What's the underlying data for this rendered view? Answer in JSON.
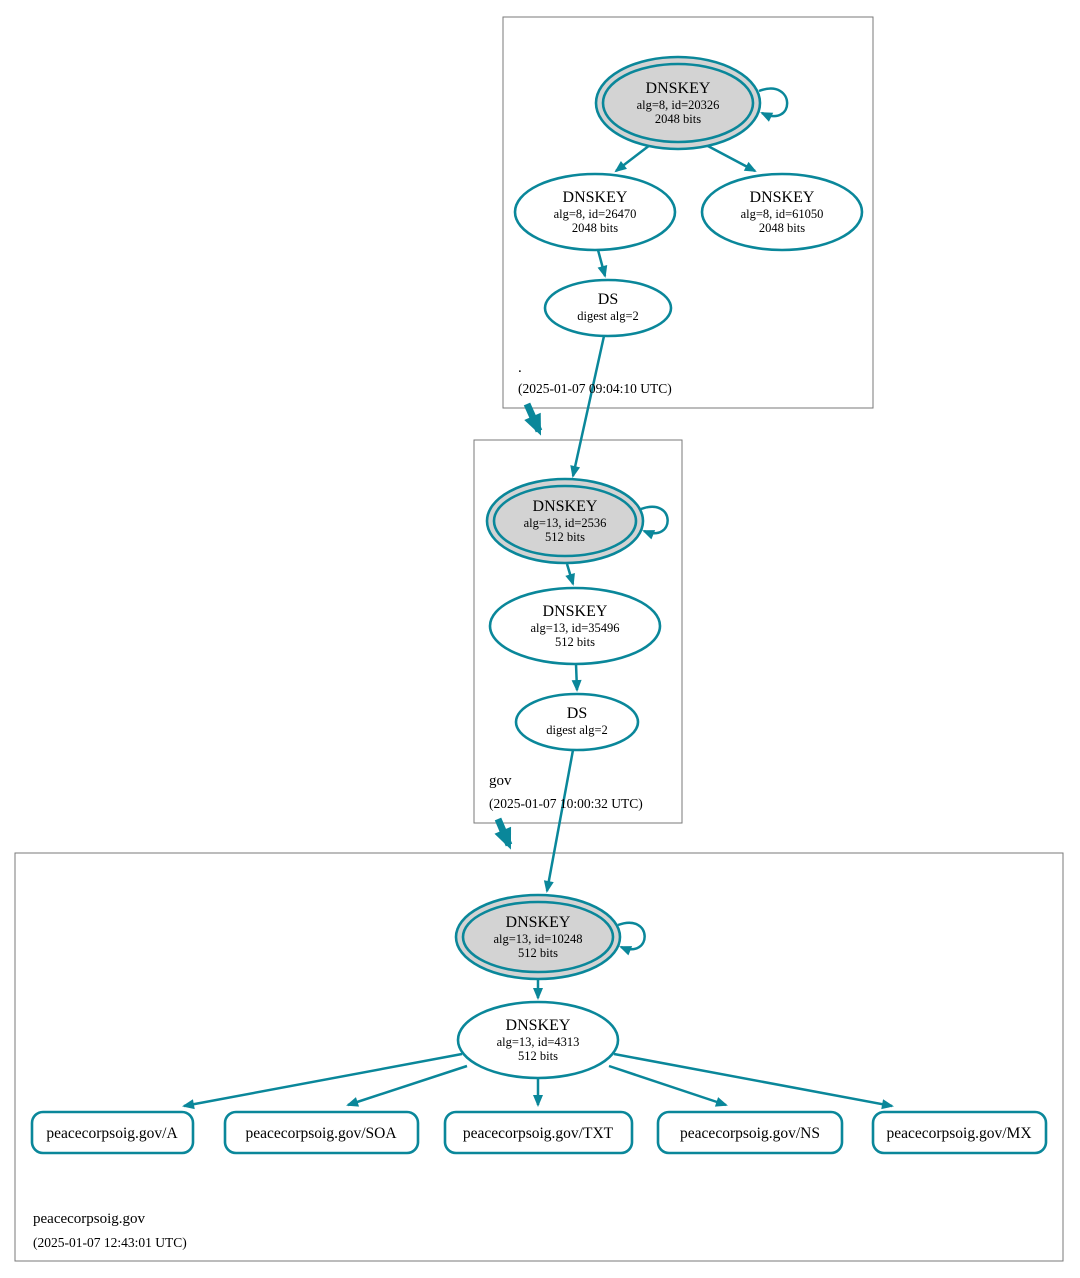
{
  "diagram": {
    "type": "dnssec-authentication-chain",
    "colors": {
      "secure_edge": "#0a879a",
      "node_border": "#0a879a",
      "ksk_fill": "#d3d3d3",
      "zsk_fill": "#ffffff",
      "zone_box_border": "#7a7a7a"
    },
    "zones": [
      {
        "label": ".",
        "timestamp": "(2025-01-07 09:04:10 UTC)",
        "ksk": {
          "type": "DNSKEY",
          "alg": "alg=8, id=20326",
          "bits": "2048 bits"
        },
        "zsk": {
          "type": "DNSKEY",
          "alg": "alg=8, id=26470",
          "bits": "2048 bits"
        },
        "zsk2": {
          "type": "DNSKEY",
          "alg": "alg=8, id=61050",
          "bits": "2048 bits"
        },
        "ds": {
          "type": "DS",
          "digest": "digest alg=2"
        }
      },
      {
        "label": "gov",
        "timestamp": "(2025-01-07 10:00:32 UTC)",
        "ksk": {
          "type": "DNSKEY",
          "alg": "alg=13, id=2536",
          "bits": "512 bits"
        },
        "zsk": {
          "type": "DNSKEY",
          "alg": "alg=13, id=35496",
          "bits": "512 bits"
        },
        "ds": {
          "type": "DS",
          "digest": "digest alg=2"
        }
      },
      {
        "label": "peacecorpsoig.gov",
        "timestamp": "(2025-01-07 12:43:01 UTC)",
        "ksk": {
          "type": "DNSKEY",
          "alg": "alg=13, id=10248",
          "bits": "512 bits"
        },
        "zsk": {
          "type": "DNSKEY",
          "alg": "alg=13, id=4313",
          "bits": "512 bits"
        },
        "rrsets": [
          {
            "label": "peacecorpsoig.gov/A"
          },
          {
            "label": "peacecorpsoig.gov/SOA"
          },
          {
            "label": "peacecorpsoig.gov/TXT"
          },
          {
            "label": "peacecorpsoig.gov/NS"
          },
          {
            "label": "peacecorpsoig.gov/MX"
          }
        ]
      }
    ]
  }
}
